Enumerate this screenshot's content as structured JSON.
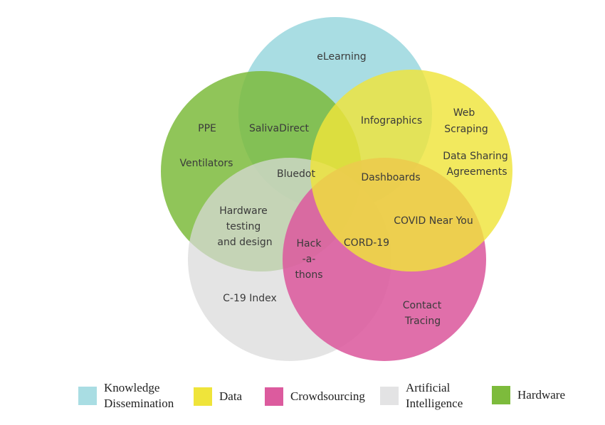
{
  "circles": [
    {
      "key": "knowledge",
      "color": "#a9dde3"
    },
    {
      "key": "hardware",
      "color": "#7dbb3c"
    },
    {
      "key": "ai",
      "color": "#e3e3e4"
    },
    {
      "key": "crowdsourcing",
      "color": "#dc5b9e"
    },
    {
      "key": "data",
      "color": "#efe43a"
    }
  ],
  "labels": {
    "elearning": "eLearning",
    "ppe": "PPE",
    "salivadirect": "SalivaDirect",
    "ventilators": "Ventilators",
    "infographics": "Infographics",
    "web1": "Web",
    "web2": "Scraping",
    "dsa1": "Data Sharing",
    "dsa2": "Agreements",
    "bluedot": "Bluedot",
    "dashboards": "Dashboards",
    "hw1": "Hardware",
    "hw2": "testing",
    "hw3": "and design",
    "covid": "COVID Near You",
    "hack1": "Hack",
    "hack2": "-a-",
    "hack3": "thons",
    "cord": "CORD-19",
    "c19": "C-19 Index",
    "ct1": "Contact",
    "ct2": "Tracing"
  },
  "legend": [
    {
      "line1": "Knowledge",
      "line2": "Dissemination",
      "color": "#a9dde3"
    },
    {
      "line1": "Data",
      "line2": "",
      "color": "#efe43a"
    },
    {
      "line1": "Crowdsourcing",
      "line2": "",
      "color": "#dc5b9e"
    },
    {
      "line1": "Artificial",
      "line2": "Intelligence",
      "color": "#e3e3e4"
    },
    {
      "line1": "Hardware",
      "line2": "",
      "color": "#7dbb3c"
    }
  ]
}
